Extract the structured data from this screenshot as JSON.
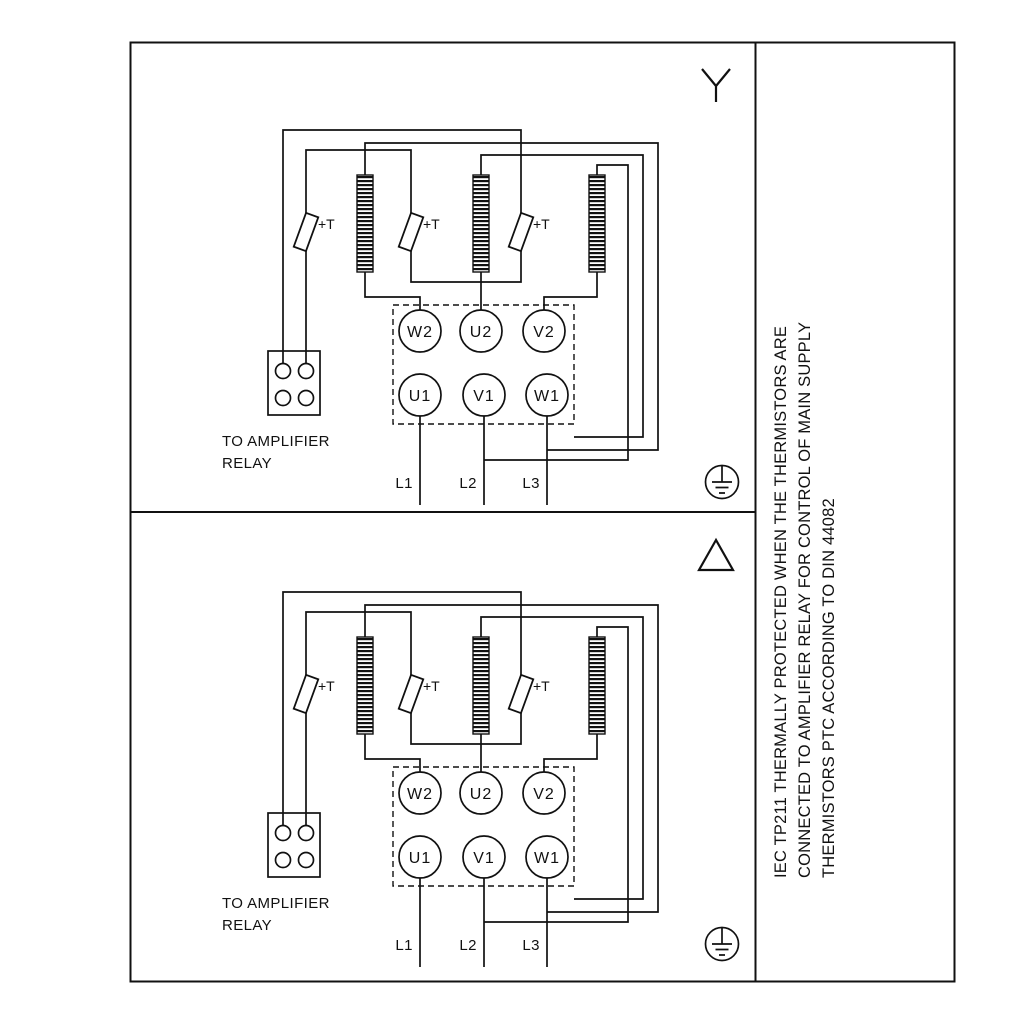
{
  "colors": {
    "ink": "#111111",
    "paper": "#ffffff"
  },
  "side_note_lines": [
    "IEC TP211 THERMALLY PROTECTED WHEN THE THERMISTORS ARE",
    "CONNECTED TO AMPLIFIER RELAY FOR CONTROL OF MAIN SUPPLY",
    "THERMISTORS PTC ACCORDING TO DIN 44082"
  ],
  "panels": [
    {
      "connection": "star",
      "terminals_top": [
        "W2",
        "U2",
        "V2"
      ],
      "terminals_bottom": [
        "U1",
        "V1",
        "W1"
      ],
      "supply_lines": [
        "L1",
        "L2",
        "L3"
      ],
      "thermistor_label": "+T",
      "relay_note_lines": [
        "TO AMPLIFIER",
        "RELAY"
      ]
    },
    {
      "connection": "delta",
      "terminals_top": [
        "W2",
        "U2",
        "V2"
      ],
      "terminals_bottom": [
        "U1",
        "V1",
        "W1"
      ],
      "supply_lines": [
        "L1",
        "L2",
        "L3"
      ],
      "thermistor_label": "+T",
      "relay_note_lines": [
        "TO AMPLIFIER",
        "RELAY"
      ]
    }
  ]
}
